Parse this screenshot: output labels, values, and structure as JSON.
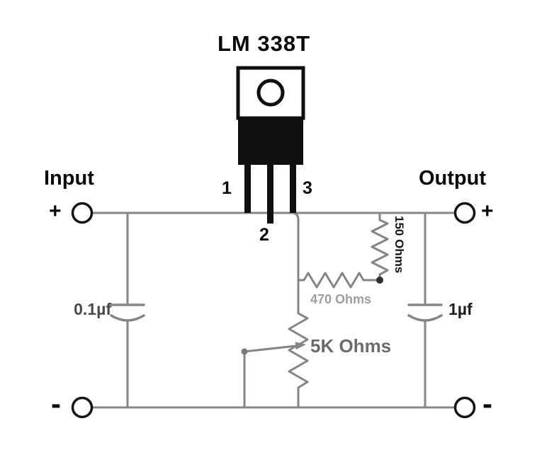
{
  "title": "LM 338T",
  "package": {
    "pins": {
      "p1": "1",
      "p2": "2",
      "p3": "3"
    }
  },
  "io": {
    "input_label": "Input",
    "output_label": "Output",
    "plus_in": "+",
    "plus_out": "+",
    "minus_in": "-",
    "minus_out": "-"
  },
  "components": {
    "input_capacitor": "0.1µf",
    "output_capacitor": "1µf",
    "resistor_150": "150 Ohms",
    "resistor_470": "470 Ohms",
    "potentiometer": "5K Ohms"
  },
  "colors": {
    "wire": "#858585",
    "ink": "#0f0f0f",
    "label_gray": "#9e9e9e",
    "label_dark_gray": "#6c6c6c"
  }
}
